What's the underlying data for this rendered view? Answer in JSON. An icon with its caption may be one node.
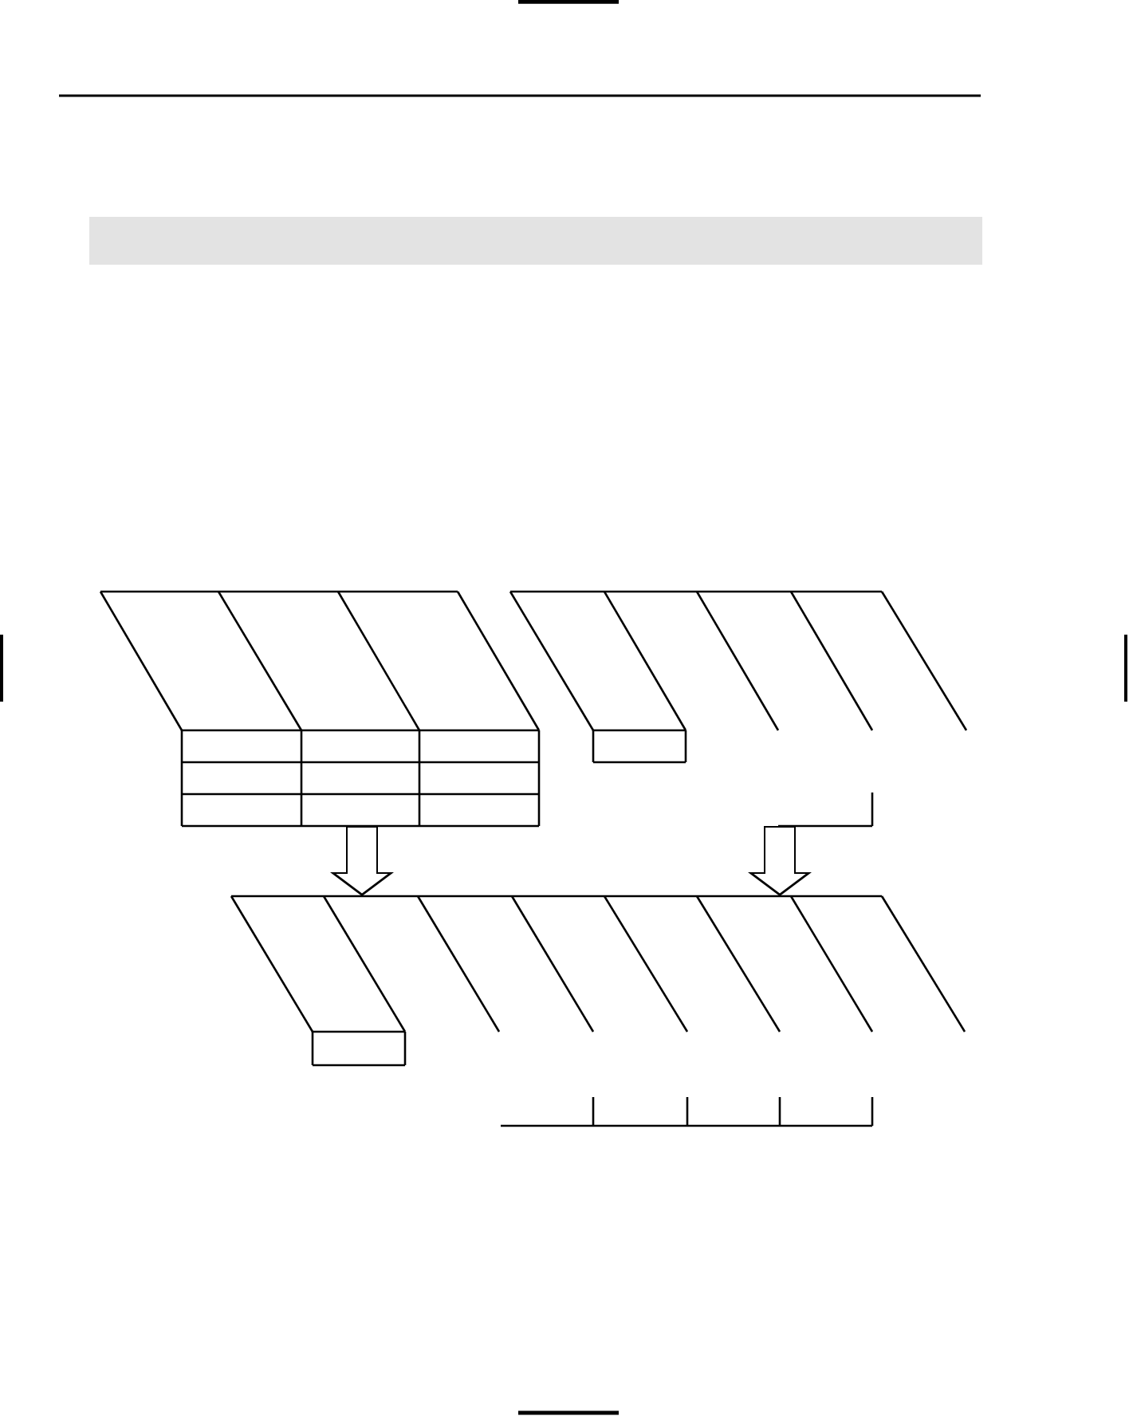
{
  "diagram": {
    "nodes": [
      {
        "text": [],
        "shape": "bar"
      },
      {
        "text": [],
        "shape": "table"
      },
      {
        "text": [],
        "shape": "table"
      },
      {
        "text": [],
        "shape": "table"
      }
    ],
    "edges": [
      {
        "from": 1,
        "to": 3,
        "arrow": "to"
      },
      {
        "from": 2,
        "to": 3,
        "arrow": "to"
      }
    ]
  }
}
